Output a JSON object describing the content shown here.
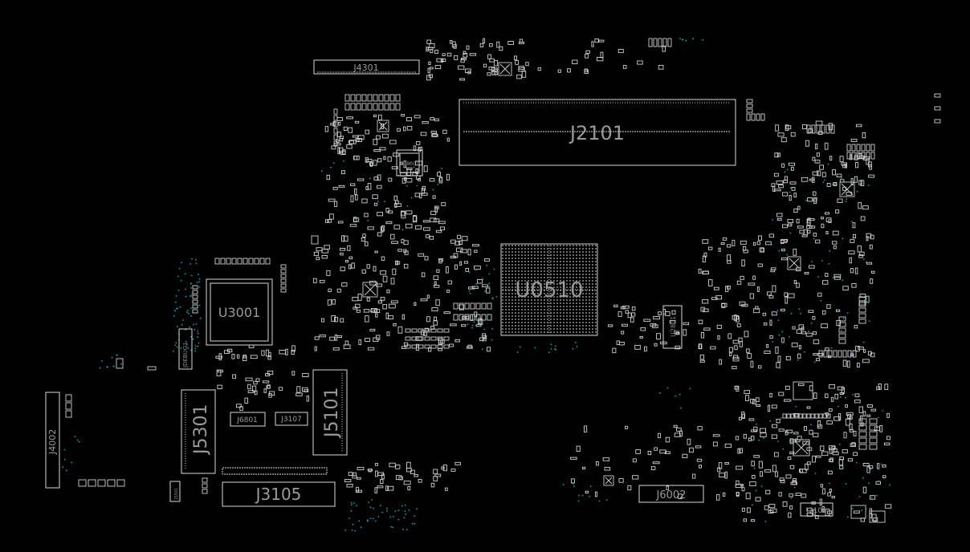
{
  "colors": {
    "background": "#000000",
    "outline": "#d9d9d9",
    "label": "#9a9a9a",
    "via": "#1aa0a8"
  },
  "components": [
    {
      "id": "J2101",
      "label": "J2101",
      "kind": "connector"
    },
    {
      "id": "U0510",
      "label": "U0510",
      "kind": "bga"
    },
    {
      "id": "U3001",
      "label": "U3001",
      "kind": "ic"
    },
    {
      "id": "J5301",
      "label": "J5301",
      "kind": "connector"
    },
    {
      "id": "J5101",
      "label": "J5101",
      "kind": "connector"
    },
    {
      "id": "J3105",
      "label": "J3105",
      "kind": "connector"
    },
    {
      "id": "J4002",
      "label": "J4002",
      "kind": "connector"
    },
    {
      "id": "J4301",
      "label": "J4301",
      "kind": "connector"
    },
    {
      "id": "J6002",
      "label": "J6002",
      "kind": "connector"
    },
    {
      "id": "J3106",
      "label": "J3106",
      "kind": "connector"
    },
    {
      "id": "J6801",
      "label": "J6801",
      "kind": "connector"
    },
    {
      "id": "J3107",
      "label": "J3107",
      "kind": "connector"
    },
    {
      "id": "U2801",
      "label": "U2801",
      "kind": "ic"
    },
    {
      "id": "JDEBUG1",
      "label": "JDEBUG1",
      "kind": "connector"
    },
    {
      "id": "PU8001",
      "label": "PU8001",
      "kind": "ic"
    },
    {
      "id": "J5501",
      "label": "J5501",
      "kind": "connector"
    }
  ]
}
